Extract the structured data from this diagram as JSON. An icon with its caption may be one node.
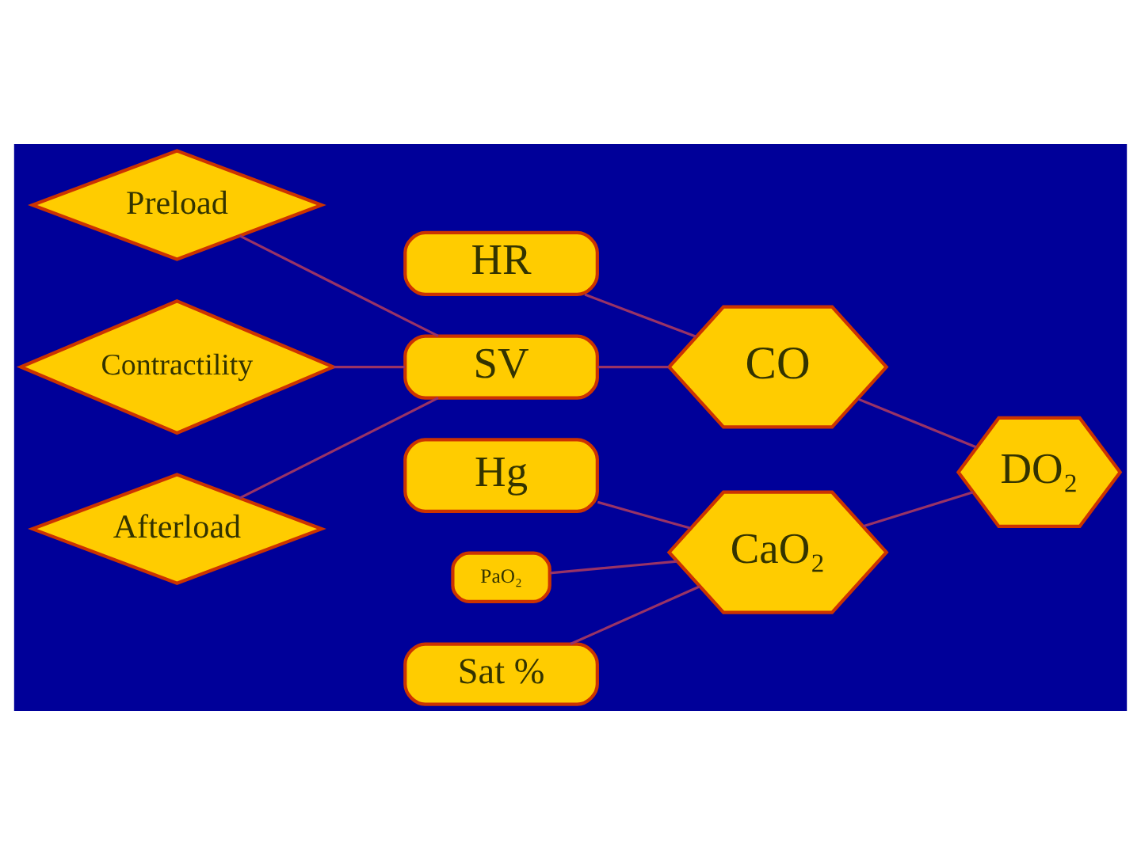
{
  "diagram": {
    "nodes": [
      {
        "text": [
          "Preload"
        ]
      },
      {
        "text": [
          "Contractility"
        ]
      },
      {
        "text": [
          "Afterload"
        ]
      },
      {
        "text": [
          "HR"
        ]
      },
      {
        "text": [
          "SV"
        ]
      },
      {
        "text": [
          "Hg"
        ]
      },
      {
        "text": [
          "PaO₂"
        ]
      },
      {
        "text": [
          "Sat %"
        ]
      },
      {
        "text": [
          "CO"
        ]
      },
      {
        "text": [
          "CaO₂"
        ]
      },
      {
        "text": [
          "DO₂"
        ]
      }
    ],
    "edges": [
      {
        "from": 0,
        "to": 4,
        "arrow": "none"
      },
      {
        "from": 1,
        "to": 4,
        "arrow": "none"
      },
      {
        "from": 2,
        "to": 4,
        "arrow": "none"
      },
      {
        "from": 3,
        "to": 8,
        "arrow": "none"
      },
      {
        "from": 4,
        "to": 8,
        "arrow": "none"
      },
      {
        "from": 5,
        "to": 9,
        "arrow": "none"
      },
      {
        "from": 6,
        "to": 9,
        "arrow": "none"
      },
      {
        "from": 7,
        "to": 9,
        "arrow": "none"
      },
      {
        "from": 8,
        "to": 10,
        "arrow": "none"
      },
      {
        "from": 9,
        "to": 10,
        "arrow": "none"
      }
    ]
  }
}
